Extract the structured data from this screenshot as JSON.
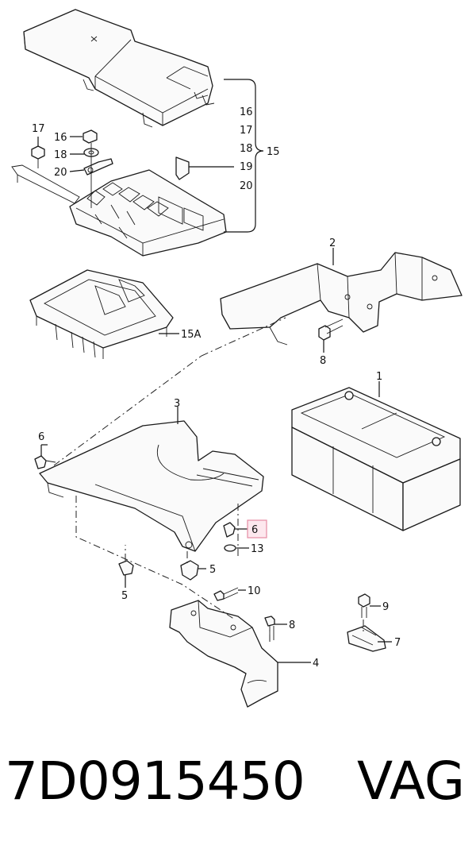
{
  "callouts": {
    "c1": "1",
    "c2": "2",
    "c3": "3",
    "c4": "4",
    "c5a": "5",
    "c5b": "5",
    "c6a": "6",
    "c6b": "6",
    "c7": "7",
    "c8a": "8",
    "c8b": "8",
    "c9": "9",
    "c10": "10",
    "c13": "13",
    "c15": "15",
    "c15a": "15A",
    "c16a": "16",
    "c16b": "16",
    "c17a": "17",
    "c17b": "17",
    "c18a": "18",
    "c18b": "18",
    "c19": "19",
    "c20a": "20",
    "c20b": "20"
  },
  "highlight": {
    "callout": "6",
    "color": "#e58ca3"
  },
  "footer": {
    "part_number": "7D0915450",
    "brand": "VAG"
  }
}
